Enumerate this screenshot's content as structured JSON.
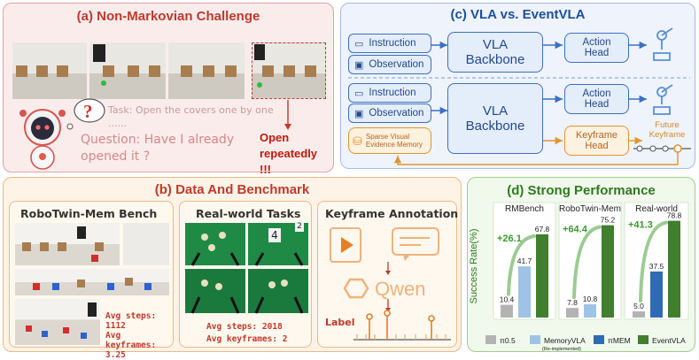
{
  "panel_a": {
    "title": "(a) Non-Markovian Challenge",
    "task": "Task: Open the covers one by one ......",
    "question": "Question: Have I already opened it ?",
    "open_repeatedly": "Open repeatedly !!!"
  },
  "panel_b": {
    "title": "(b) Data And Benchmark",
    "robotwin": {
      "title": "RoboTwin-Mem Bench",
      "avg_steps": "Avg steps: 1112",
      "avg_keyframes": "Avg keyframes: 3.25"
    },
    "realworld": {
      "title": "Real-world Tasks",
      "avg_steps": "Avg steps: 2018",
      "avg_keyframes": "Avg keyframes: 2",
      "tag4": "4",
      "tag2": "2"
    },
    "keyframe": {
      "title": "Keyframe Annotation",
      "qwen": "Qwen",
      "label": "Label"
    }
  },
  "panel_c": {
    "title": "(c) VLA vs. EventVLA",
    "top": {
      "instruction": "Instruction",
      "observation": "Observation",
      "backbone": "VLA Backbone",
      "action_head": "Action Head"
    },
    "bottom": {
      "instruction": "Instruction",
      "observation": "Observation",
      "memory": "Sparse Visual Evidence Memory",
      "backbone": "VLA Backbone",
      "action_head": "Action Head",
      "keyframe_head": "Keyframe Head",
      "future_keyframe": "Future Keyframe"
    }
  },
  "panel_d": {
    "title": "(d) Strong Performance",
    "chart_data": {
      "type": "bar",
      "ylabel": "Success Rate(%)",
      "groups": [
        {
          "name": "RMBench",
          "values": [
            10.4,
            41.7,
            null,
            67.8
          ],
          "gain": "+26.1"
        },
        {
          "name": "RoboTwin-Mem",
          "values": [
            7.8,
            10.8,
            null,
            75.2
          ],
          "gain": "+64.4"
        },
        {
          "name": "Real-world",
          "values": [
            5.0,
            null,
            37.5,
            78.8
          ],
          "gain": "+41.3"
        }
      ],
      "series": [
        {
          "name": "π0.5",
          "color": "#b3b3b3"
        },
        {
          "name": "MemoryVLA",
          "note": "(Re-implemented)",
          "color": "#9fc3e6"
        },
        {
          "name": "πMEM",
          "color": "#2f6bb5"
        },
        {
          "name": "EventVLA",
          "color": "#3f7f2e"
        }
      ],
      "ylim": [
        0,
        85
      ]
    }
  }
}
